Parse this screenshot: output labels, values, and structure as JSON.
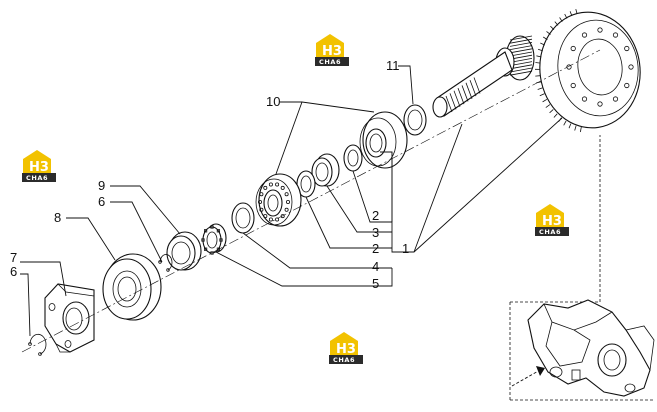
{
  "callouts": {
    "c1": "1",
    "c2a": "2",
    "c2b": "2",
    "c3": "3",
    "c4": "4",
    "c5": "5",
    "c6a": "6",
    "c6b": "6",
    "c7": "7",
    "c8": "8",
    "c9": "9",
    "c10": "10",
    "c11": "11"
  },
  "watermark": {
    "logo_letter": "H3",
    "logo_text": "CHA6"
  },
  "colors": {
    "watermark_yellow": "#f2c200",
    "watermark_dark": "#2b2b2b",
    "line": "#111111"
  },
  "icons": {
    "watermark": "house-logo-icon",
    "axle_housing": "axle-housing-icon",
    "dashed_arrow": "dashed-arrow-icon"
  }
}
